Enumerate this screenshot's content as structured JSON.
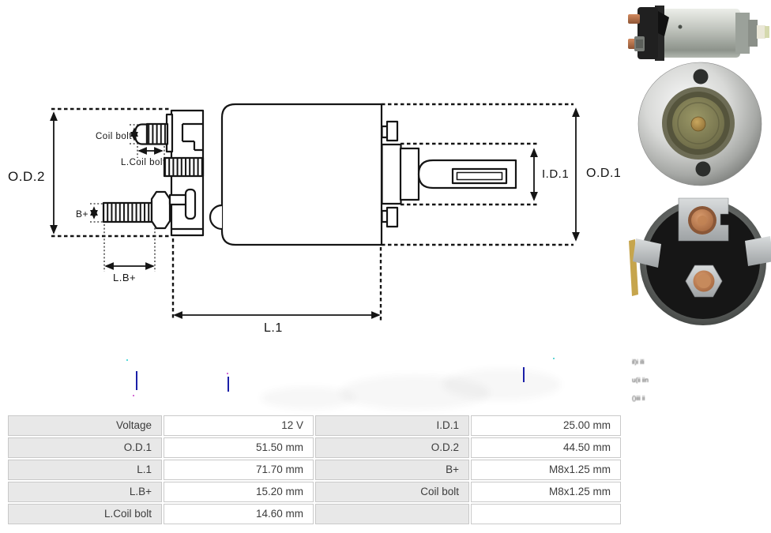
{
  "drawing": {
    "labels": {
      "od2": "O.D.2",
      "coil_bolt": "Coil bolt",
      "l_coil_bolt": "L.Coil bolt",
      "b_plus": "B+",
      "l_b_plus": "L.B+",
      "l1": "L.1",
      "id1": "I.D.1",
      "od1": "O.D.1"
    }
  },
  "specs": {
    "rows": [
      [
        "Voltage",
        "12 V",
        "I.D.1",
        "25.00 mm"
      ],
      [
        "O.D.1",
        "51.50 mm",
        "O.D.2",
        "44.50 mm"
      ],
      [
        "L.1",
        "71.70 mm",
        "B+",
        "M8x1.25 mm"
      ],
      [
        "L.B+",
        "15.20 mm",
        "Coil bolt",
        "M8x1.25 mm"
      ],
      [
        "L.Coil bolt",
        "14.60 mm",
        "",
        ""
      ]
    ]
  },
  "artifacts": {
    "marks": [
      "il)i ili",
      "u(ii iin",
      "()iii ii"
    ]
  },
  "colors": {
    "line": "#151515",
    "table_label_bg": "#e8e8e8",
    "table_border": "#c9c9c9",
    "artifact_blue": "#1b1fa8",
    "copper": "#c58a63",
    "silver": "#c9cccb",
    "olive": "#8e8b5e",
    "brass": "#c6a54d"
  }
}
